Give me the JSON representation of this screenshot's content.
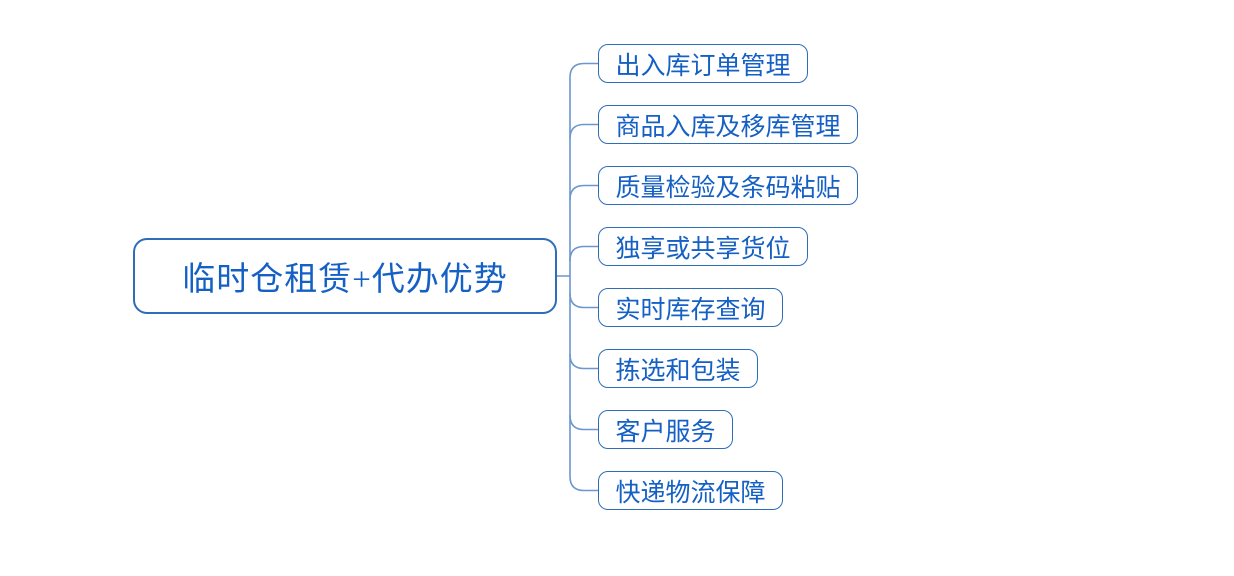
{
  "diagram": {
    "type": "mindmap",
    "root": {
      "label": "临时仓租赁+代办优势"
    },
    "children": [
      {
        "label": "出入库订单管理"
      },
      {
        "label": "商品入库及移库管理"
      },
      {
        "label": "质量检验及条码粘贴"
      },
      {
        "label": "独享或共享货位"
      },
      {
        "label": "实时库存查询"
      },
      {
        "label": "拣选和包装"
      },
      {
        "label": "客户服务"
      },
      {
        "label": "快递物流保障"
      }
    ],
    "colors": {
      "node_border": "#2e6db8",
      "node_text": "#1560c4",
      "connector": "#6b96cf",
      "background": "#ffffff"
    }
  }
}
